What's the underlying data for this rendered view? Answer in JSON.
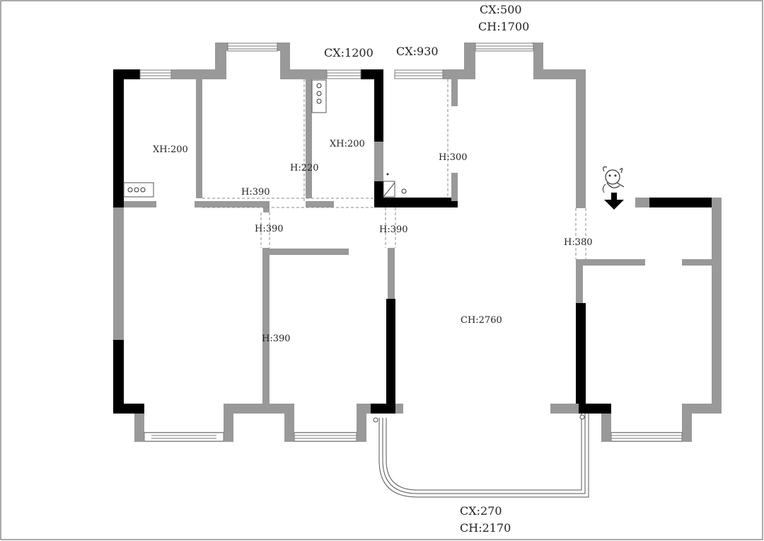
{
  "labels": {
    "cx500": "CX:500",
    "ch1700": "CH:1700",
    "cx1200": "CX:1200",
    "cx930": "CX:930",
    "xh200_left": "XH:200",
    "xh200_mid": "XH:200",
    "h220": "H:220",
    "h300": "H:300",
    "h390_a": "H:390",
    "h390_b": "H:390",
    "h390_c": "H:390",
    "h390_d": "H:390",
    "h380": "H:380",
    "ch2760": "CH:2760",
    "cx270": "CX:270",
    "ch2170": "CH:2170"
  },
  "icons": {
    "entrance": "mascot-entrance-icon",
    "arrow": "down-arrow-icon"
  },
  "colors": {
    "wall_gray": "#999999",
    "wall_black": "#000000",
    "background": "#ffffff"
  }
}
